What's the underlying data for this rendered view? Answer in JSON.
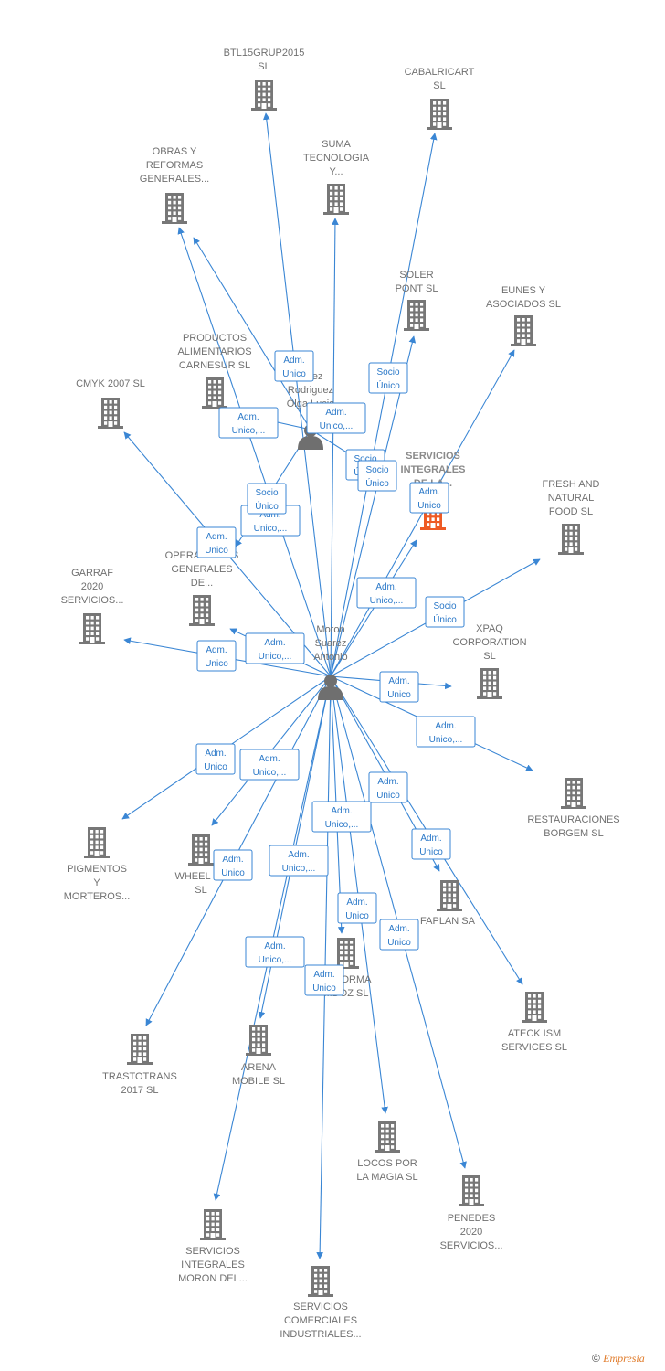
{
  "colors": {
    "edge": "#3a86d4",
    "company": "#777777",
    "focus_company": "#ee5a24",
    "person": "#6f6f6f"
  },
  "persons": [
    {
      "id": "moron",
      "lines": [
        "Moron",
        "Suarez",
        "Antonio"
      ]
    },
    {
      "id": "olga",
      "lines": [
        "...nez",
        "Rodriguez",
        "Olga Lucia"
      ]
    }
  ],
  "companies": [
    {
      "id": "btl",
      "lines": [
        "BTL15GRUP2015",
        "SL"
      ]
    },
    {
      "id": "cabal",
      "lines": [
        "CABALRICART",
        "SL"
      ]
    },
    {
      "id": "obras",
      "lines": [
        "OBRAS Y",
        "REFORMAS",
        "GENERALES..."
      ]
    },
    {
      "id": "suma",
      "lines": [
        "SUMA",
        "TECNOLOGIA",
        "Y..."
      ]
    },
    {
      "id": "soler",
      "lines": [
        "SOLER",
        "PONT SL"
      ]
    },
    {
      "id": "eunes",
      "lines": [
        "EUNES Y",
        "ASOCIADOS SL"
      ]
    },
    {
      "id": "productos",
      "lines": [
        "PRODUCTOS",
        "ALIMENTARIOS",
        "CARNESUR SL"
      ]
    },
    {
      "id": "cmyk",
      "lines": [
        "CMYK 2007 SL"
      ]
    },
    {
      "id": "servint_focus",
      "lines": [
        "SERVICIOS",
        "INTEGRALES",
        "DE LA..."
      ],
      "focus": true
    },
    {
      "id": "fresh",
      "lines": [
        "FRESH AND",
        "NATURAL",
        "FOOD SL"
      ]
    },
    {
      "id": "operaciones",
      "lines": [
        "OPERACIONES",
        "GENERALES",
        "DE..."
      ]
    },
    {
      "id": "garraf",
      "lines": [
        "GARRAF",
        "2020",
        "SERVICIOS..."
      ]
    },
    {
      "id": "xpaq",
      "lines": [
        "XPAQ",
        "CORPORATION",
        "SL"
      ]
    },
    {
      "id": "restaur",
      "lines": [
        "RESTAURACIONES",
        "BORGEM SL"
      ]
    },
    {
      "id": "pigmentos",
      "lines": [
        "PIGMENTOS",
        "Y",
        "MORTEROS..."
      ]
    },
    {
      "id": "wheel",
      "lines": [
        "WHEEL L...",
        "SL"
      ]
    },
    {
      "id": "faplan",
      "lines": [
        "FAPLAN SA"
      ]
    },
    {
      "id": "reforma",
      "lines": [
        "REFORMA",
        "...DOZ SL"
      ]
    },
    {
      "id": "ateck",
      "lines": [
        "ATECK ISM",
        "SERVICES SL"
      ]
    },
    {
      "id": "trastotrans",
      "lines": [
        "TRASTOTRANS",
        "2017 SL"
      ]
    },
    {
      "id": "arena",
      "lines": [
        "ARENA",
        "MOBILE SL"
      ]
    },
    {
      "id": "locos",
      "lines": [
        "LOCOS POR",
        "LA MAGIA SL"
      ]
    },
    {
      "id": "penedes",
      "lines": [
        "PENEDES",
        "2020",
        "SERVICIOS..."
      ]
    },
    {
      "id": "servint_moron",
      "lines": [
        "SERVICIOS",
        "INTEGRALES",
        "MORON DEL..."
      ]
    },
    {
      "id": "servcom",
      "lines": [
        "SERVICIOS",
        "COMERCIALES",
        "INDUSTRIALES..."
      ]
    }
  ],
  "relations": [
    {
      "from": "moron",
      "to": "btl",
      "label": [
        "Adm.",
        "Unico"
      ]
    },
    {
      "from": "moron",
      "to": "cabal",
      "label": [
        "Socio",
        "Único"
      ]
    },
    {
      "from": "moron",
      "to": "obras",
      "label": [
        "Adm.",
        "Unico,..."
      ]
    },
    {
      "from": "moron",
      "to": "suma",
      "label": [
        "Adm.",
        "Unico,..."
      ]
    },
    {
      "from": "moron",
      "to": "soler",
      "label": [
        "Socio",
        "Único"
      ]
    },
    {
      "from": "moron",
      "to": "eunes",
      "label": [
        "Adm.",
        "Unico"
      ]
    },
    {
      "from": "moron",
      "to": "cmyk",
      "label": [
        "Adm.",
        "Unico"
      ]
    },
    {
      "from": "moron",
      "to": "servint_focus",
      "label": [
        "Adm.",
        "Unico,..."
      ]
    },
    {
      "from": "moron",
      "to": "fresh",
      "label": [
        "Socio",
        "Único"
      ]
    },
    {
      "from": "moron",
      "to": "operaciones",
      "label": [
        "Adm.",
        "Unico,..."
      ]
    },
    {
      "from": "moron",
      "to": "garraf",
      "label": [
        "Adm.",
        "Unico"
      ]
    },
    {
      "from": "moron",
      "to": "xpaq",
      "label": [
        "Adm.",
        "Unico"
      ]
    },
    {
      "from": "moron",
      "to": "restaur",
      "label": [
        "Adm.",
        "Unico,..."
      ]
    },
    {
      "from": "moron",
      "to": "pigmentos",
      "label": [
        "Adm.",
        "Unico"
      ]
    },
    {
      "from": "moron",
      "to": "wheel",
      "label": [
        "Adm.",
        "Unico,..."
      ]
    },
    {
      "from": "moron",
      "to": "faplan",
      "label": [
        "Adm.",
        "Unico"
      ]
    },
    {
      "from": "moron",
      "to": "reforma",
      "label": [
        "Adm.",
        "Unico"
      ]
    },
    {
      "from": "moron",
      "to": "ateck",
      "label": [
        "Adm.",
        "Unico"
      ]
    },
    {
      "from": "moron",
      "to": "trastotrans",
      "label": [
        "Adm.",
        "Unico"
      ]
    },
    {
      "from": "moron",
      "to": "arena",
      "label": [
        "Adm.",
        "Unico,..."
      ]
    },
    {
      "from": "moron",
      "to": "locos",
      "label": [
        "Adm.",
        "Unico,..."
      ]
    },
    {
      "from": "moron",
      "to": "penedes",
      "label": [
        "Adm.",
        "Unico"
      ]
    },
    {
      "from": "moron",
      "to": "servint_moron",
      "label": [
        "Adm.",
        "Unico,..."
      ]
    },
    {
      "from": "moron",
      "to": "servcom",
      "label": [
        "Adm.",
        "Unico"
      ]
    },
    {
      "from": "olga",
      "to": "servint_focus",
      "label": [
        "Socio",
        "Único"
      ]
    },
    {
      "from": "olga",
      "to": "operaciones",
      "label": [
        "Socio",
        "Único"
      ]
    },
    {
      "from": "olga",
      "to": "productos",
      "label": [
        "Adm.",
        "Unico,..."
      ]
    },
    {
      "from": "olga",
      "to": "obras",
      "label": [
        "Adm.",
        "Unico,..."
      ]
    }
  ],
  "footer": {
    "copyright": "©",
    "brand": "Empresia"
  }
}
